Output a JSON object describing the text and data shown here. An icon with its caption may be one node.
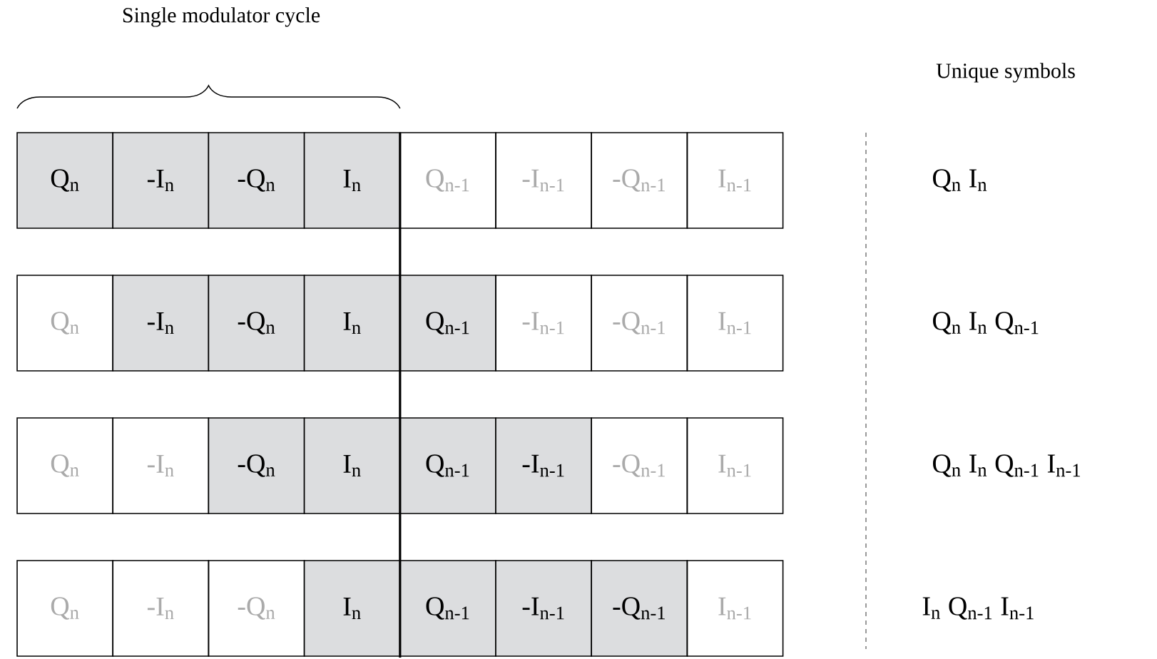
{
  "diagram": {
    "nodes": [
      {
        "text": [
          "Q$_{n}$"
        ]
      },
      {
        "text": [
          "-I$_{n}$"
        ]
      },
      {
        "text": [
          "-Q$_{n}$"
        ]
      },
      {
        "text": [
          "I$_{n}$"
        ]
      },
      {
        "text": [
          "Q$_{n-1}$"
        ]
      },
      {
        "text": [
          "-I$_{n-1}$"
        ]
      },
      {
        "text": [
          "-Q$_{n-1}$"
        ]
      },
      {
        "text": [
          "I$_{n-1}$"
        ]
      },
      {
        "text": [
          "Q$_{n}$"
        ]
      },
      {
        "text": [
          "-I$_{n}$"
        ]
      },
      {
        "text": [
          "-Q$_{n}$"
        ]
      },
      {
        "text": [
          "I$_{n}$"
        ]
      },
      {
        "text": [
          "Q$_{n-1}$"
        ]
      },
      {
        "text": [
          "-I$_{n-1}$"
        ]
      },
      {
        "text": [
          "-Q$_{n-1}$"
        ]
      },
      {
        "text": [
          "I$_{n-1}$"
        ]
      },
      {
        "text": [
          "Q$_{n}$"
        ]
      },
      {
        "text": [
          "-I$_{n}$"
        ]
      },
      {
        "text": [
          "-Q$_{n}$"
        ]
      },
      {
        "text": [
          "I$_{n}$"
        ]
      },
      {
        "text": [
          "Q$_{n-1}$"
        ]
      },
      {
        "text": [
          "-I$_{n-1}$"
        ]
      },
      {
        "text": [
          "-Q$_{n-1}$"
        ]
      },
      {
        "text": [
          "I$_{n-1}$"
        ]
      },
      {
        "text": [
          "Q$_{n}$"
        ]
      },
      {
        "text": [
          "-I$_{n}$"
        ]
      },
      {
        "text": [
          "-Q$_{n}$"
        ]
      },
      {
        "text": [
          "I$_{n}$"
        ]
      },
      {
        "text": [
          "Q$_{n-1}$"
        ]
      },
      {
        "text": [
          "-I$_{n-1}$"
        ]
      },
      {
        "text": [
          "-Q$_{n-1}$"
        ]
      },
      {
        "text": [
          "I$_{n-1}$"
        ]
      }
    ],
    "labels": [
      "Single modulator cycle",
      "Unique symbols",
      "Q$_{n}$  I$_{n}$",
      "Q$_{n}$  I$_{n}$  Q$_{n-1}$",
      "Q$_{n}$  I$_{n}$  Q$_{n-1}$  I$_{n-1}$",
      "I$_{n}$  Q$_{n-1}$  I$_{n-1}$"
    ]
  }
}
